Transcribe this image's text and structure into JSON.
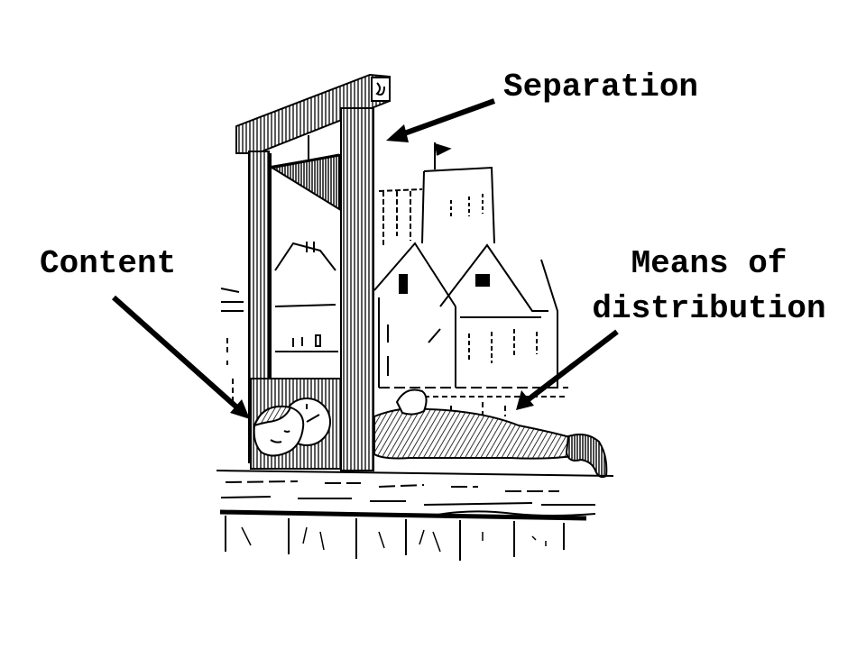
{
  "slide": {
    "background": "#ffffff",
    "ink_color": "#000000",
    "illustration": {
      "subject": "guillotine-engraving",
      "description": "Black-and-white engraving of a guillotine with a prone man on the plank, head in the lunette, buildings in the background"
    },
    "labels": {
      "separation": "Separation",
      "content": "Content",
      "means_line1": "Means of",
      "means_line2": "distribution"
    },
    "annotations": [
      {
        "label": "Separation",
        "points_to": "guillotine-upright-post"
      },
      {
        "label": "Content",
        "points_to": "head-in-lunette"
      },
      {
        "label": "Means of distribution",
        "points_to": "body-on-plank"
      }
    ]
  }
}
